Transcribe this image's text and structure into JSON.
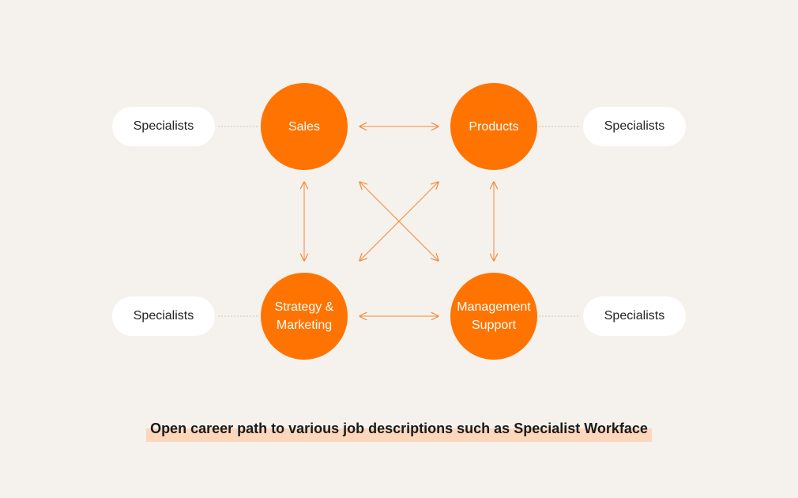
{
  "nodes": {
    "sales": "Sales",
    "products": "Products",
    "strategy_marketing": "Strategy &\nMarketing",
    "management_support": "Management\nSupport"
  },
  "specialists": {
    "top_left": "Specialists",
    "top_right": "Specialists",
    "bottom_left": "Specialists",
    "bottom_right": "Specialists"
  },
  "caption": "Open career path to various job descriptions such as Specialist Workface",
  "colors": {
    "background": "#f5f1ec",
    "node_fill": "#ff7300",
    "connector": "#f08a3c",
    "dotted_line": "#e7d9cb",
    "caption_highlight": "#fdd7bb",
    "pill_fill": "#ffffff"
  }
}
